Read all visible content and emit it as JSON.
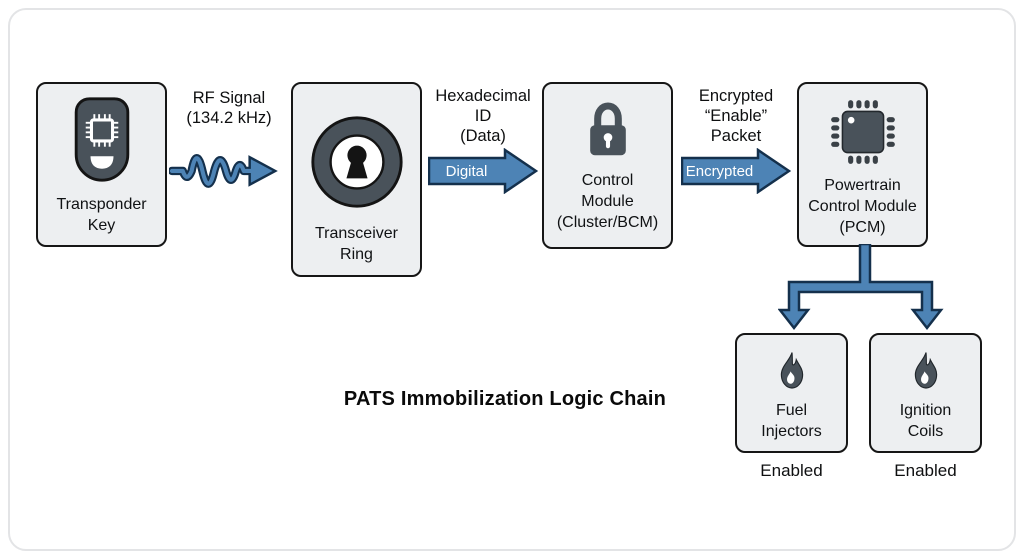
{
  "title": "PATS Immobilization Logic Chain",
  "colors": {
    "arrow_fill": "#4d83b5",
    "arrow_outline": "#14304c",
    "box_fill": "#edeff1",
    "box_border": "#161616",
    "icon_dark": "#49525a"
  },
  "nodes": {
    "transponder_key": {
      "lines": [
        "Transponder",
        "Key"
      ],
      "icon": "key-fob-icon"
    },
    "transceiver_ring": {
      "lines": [
        "Transceiver",
        "Ring"
      ],
      "icon": "ring-keyhole-icon"
    },
    "control_module": {
      "lines": [
        "Control",
        "Module",
        "(Cluster/BCM)"
      ],
      "icon": "padlock-icon"
    },
    "powertrain_control_module": {
      "lines": [
        "Powertrain",
        "Control Module",
        "(PCM)"
      ],
      "icon": "microchip-icon"
    },
    "fuel_injectors": {
      "lines": [
        "Fuel",
        "Injectors"
      ],
      "icon": "flame-icon",
      "status": "Enabled"
    },
    "ignition_coils": {
      "lines": [
        "Ignition",
        "Coils"
      ],
      "icon": "flame-icon",
      "status": "Enabled"
    }
  },
  "links": {
    "rf_signal": {
      "lines": [
        "RF Signal",
        "(134.2 kHz)"
      ]
    },
    "digital": {
      "lines": [
        "Hexadecimal",
        "ID",
        "(Data)"
      ],
      "arrow_label": "Digital"
    },
    "encrypted": {
      "lines": [
        "Encrypted",
        "“Enable”",
        "Packet"
      ],
      "arrow_label": "Encrypted"
    }
  }
}
